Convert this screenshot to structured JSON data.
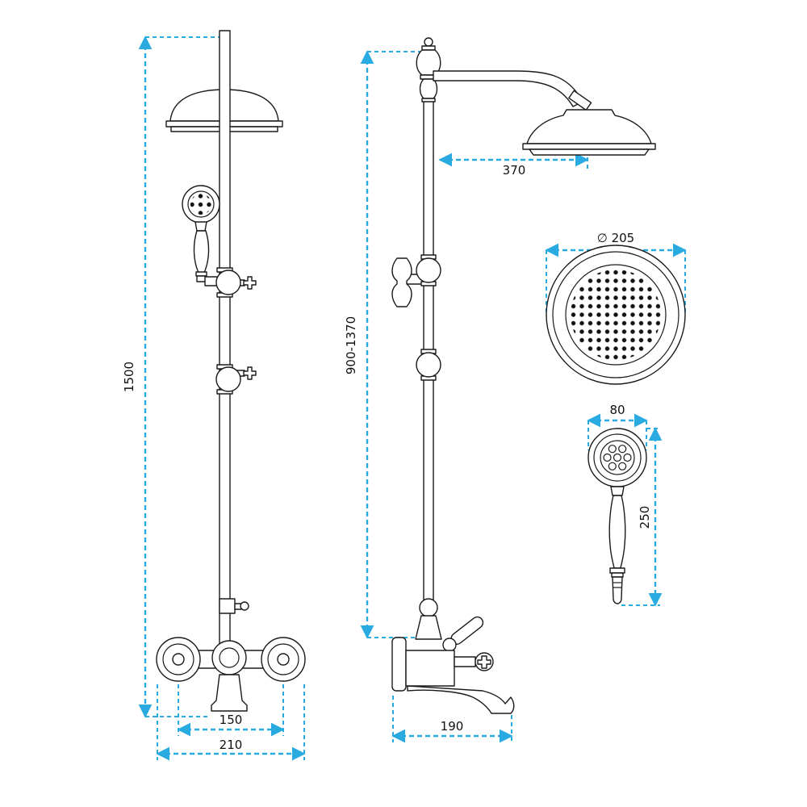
{
  "drawing": {
    "views": {
      "front": {
        "height": "1500",
        "valve_spacing": "150",
        "overall_width": "210"
      },
      "side": {
        "arm_reach": "370",
        "mount_height": "900-1370",
        "spout_reach": "190"
      },
      "head_top": {
        "diameter": "∅ 205"
      },
      "hand_shower": {
        "head_width": "80",
        "length": "250"
      }
    },
    "colors": {
      "dimension_line": "#29ABE2",
      "outline": "#1a1a1a",
      "background": "#ffffff"
    }
  }
}
